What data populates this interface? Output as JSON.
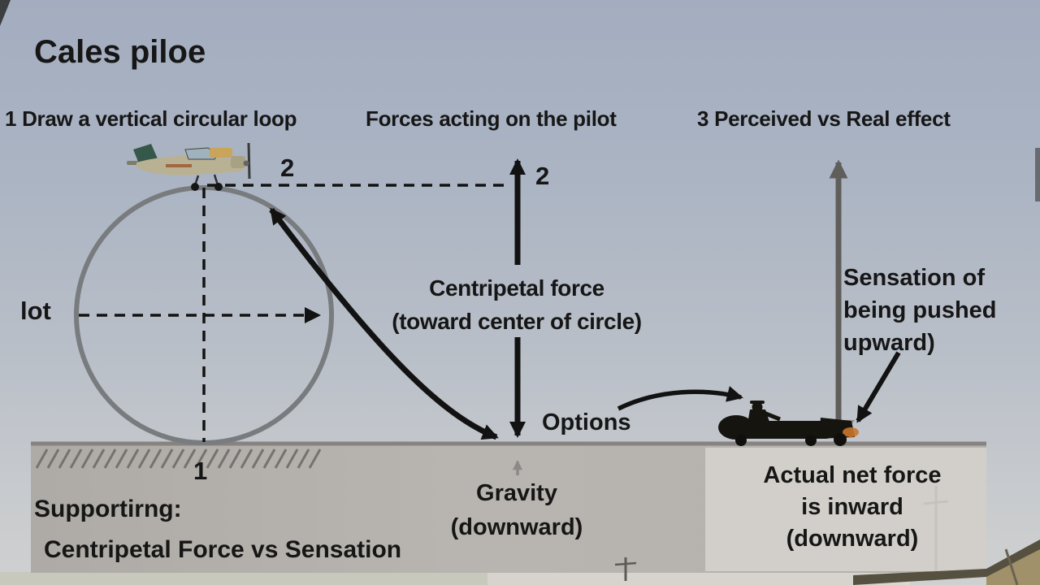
{
  "video": {
    "title": "Cales piloe"
  },
  "headings": {
    "step1": "1 Draw a vertical circular loop",
    "step2": "Forces acting on the pilot",
    "step3": "3 Perceived vs Real effect"
  },
  "loop": {
    "top_label": "2",
    "bottom_label": "1",
    "left_label": "lot"
  },
  "forces": {
    "top_label": "2",
    "centripetal": [
      "Centripetal force",
      "(toward center of circle)"
    ],
    "options": "Options",
    "gravity": [
      "Gravity",
      "(downward)"
    ]
  },
  "perceived": {
    "sensation": [
      "Sensation of",
      "being pushed",
      "upward)"
    ],
    "actual": [
      "Actual net force",
      "is inward",
      "(downward)"
    ]
  },
  "footer": {
    "supporting": "Supportirng:",
    "subtitle": "Centripetal Force vs Sensation"
  },
  "colors": {
    "sky_top": "#a3adbf",
    "sky_bottom": "#cfd0d0",
    "ground_band": "#b3afab",
    "ground_line": "#868380",
    "right_box": "#d8d5d1",
    "circle_stroke": "#797c7e",
    "arrow_black": "#121212",
    "arrow_gray": "#5f5e5b",
    "text": "#161616",
    "greenhouse": "#a0916a"
  }
}
